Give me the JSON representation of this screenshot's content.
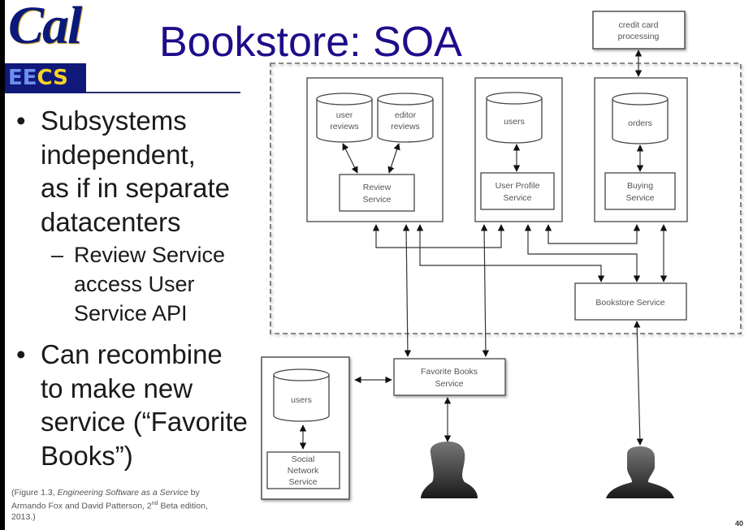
{
  "slide": {
    "title": "Bookstore: SOA",
    "logo": {
      "top": "Cal",
      "bottom_left": "EE",
      "bottom_right": "CS"
    },
    "slide_number": "40",
    "bullets": [
      {
        "level": 1,
        "marker": "•",
        "lines": [
          "Subsystems",
          "independent,",
          "as if in separate",
          "datacenters"
        ]
      },
      {
        "level": 2,
        "marker": "–",
        "lines": [
          "Review Service",
          "access User",
          "Service API"
        ]
      },
      {
        "level": 1,
        "marker": "•",
        "lines": [
          "Can recombine",
          "to make new",
          "service (“Favorite",
          "Books”)"
        ]
      }
    ],
    "caption": {
      "pre": "(Figure 1.3, ",
      "italic": "Engineering Software as a Service",
      "post": " by Armando Fox and David Patterson, 2",
      "sup": "nd",
      "end": " Beta edition, 2013.)"
    }
  },
  "diagram": {
    "external": {
      "credit_card": [
        "credit card",
        "processing"
      ]
    },
    "review_subsystem": {
      "db1": [
        "user",
        "reviews"
      ],
      "db2": [
        "editor",
        "reviews"
      ],
      "service": [
        "Review",
        "Service"
      ]
    },
    "user_subsystem": {
      "db": [
        "users"
      ],
      "service": [
        "User Profile",
        "Service"
      ]
    },
    "buying_subsystem": {
      "db": [
        "orders"
      ],
      "service": [
        "Buying",
        "Service"
      ]
    },
    "bookstore_service": "Bookstore Service",
    "favorite_books_service": [
      "Favorite Books",
      "Service"
    ],
    "social_network": {
      "db": [
        "users"
      ],
      "service": [
        "Social",
        "Network",
        "Service"
      ]
    },
    "actors": [
      "female-user",
      "male-user"
    ]
  }
}
